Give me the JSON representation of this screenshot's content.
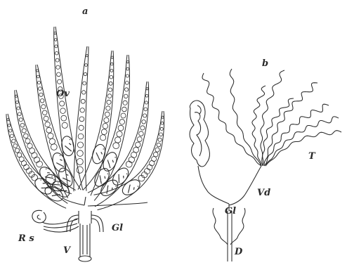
{
  "panel_a": {
    "letter": "a",
    "labels": {
      "ovariole": "Ov",
      "receptaculum": "R s",
      "vagina": "V",
      "gland": "Gl"
    }
  },
  "panel_b": {
    "letter": "b",
    "labels": {
      "testis": "T",
      "vas_deferens": "Vd",
      "gland": "Gl",
      "duct": "D"
    }
  },
  "colors": {
    "ink": "#2a2a2a",
    "paper": "#ffffff"
  }
}
